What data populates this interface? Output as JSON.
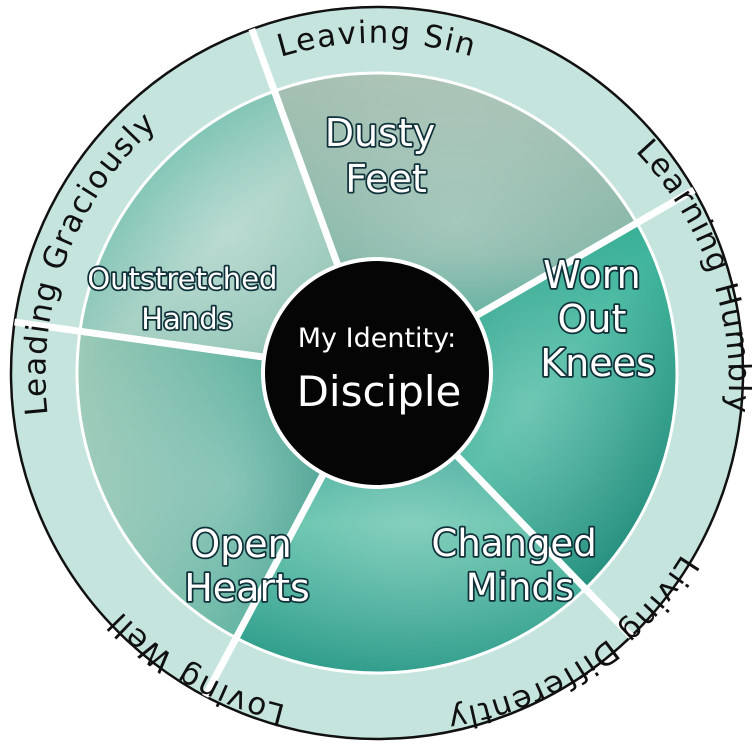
{
  "center": {
    "line1": "My Identity:",
    "line2": "Disciple"
  },
  "segments": [
    {
      "id": "dusty-feet",
      "label_lines": [
        "Dusty",
        "Feet"
      ],
      "ring_label": "Leaving Sin",
      "icon": "feet-photo",
      "color": "#8fb9a8"
    },
    {
      "id": "worn-out-knees",
      "label_lines": [
        "Worn",
        "Out",
        "Knees"
      ],
      "ring_label": "Learning Humbly",
      "icon": "knees-photo",
      "color": "#1e9e86"
    },
    {
      "id": "changed-minds",
      "label_lines": [
        "Changed",
        "Minds"
      ],
      "ring_label": "Living Differently",
      "icon": "thinking-woman-photo",
      "color": "#33a894"
    },
    {
      "id": "open-hearts",
      "label_lines": [
        "Open",
        "Hearts"
      ],
      "ring_label": "Loving Well",
      "icon": "heart-hands-photo",
      "color": "#6cbba6"
    },
    {
      "id": "outstretched-hands",
      "label_lines": [
        "Outstretched",
        "Hands"
      ],
      "ring_label": "Leading Graciously",
      "icon": "hands-photo",
      "color": "#83c0b0"
    }
  ],
  "colors": {
    "ring": "#c5e4de",
    "divider": "#ffffff",
    "hub": "#050505",
    "outline": "#111111"
  }
}
